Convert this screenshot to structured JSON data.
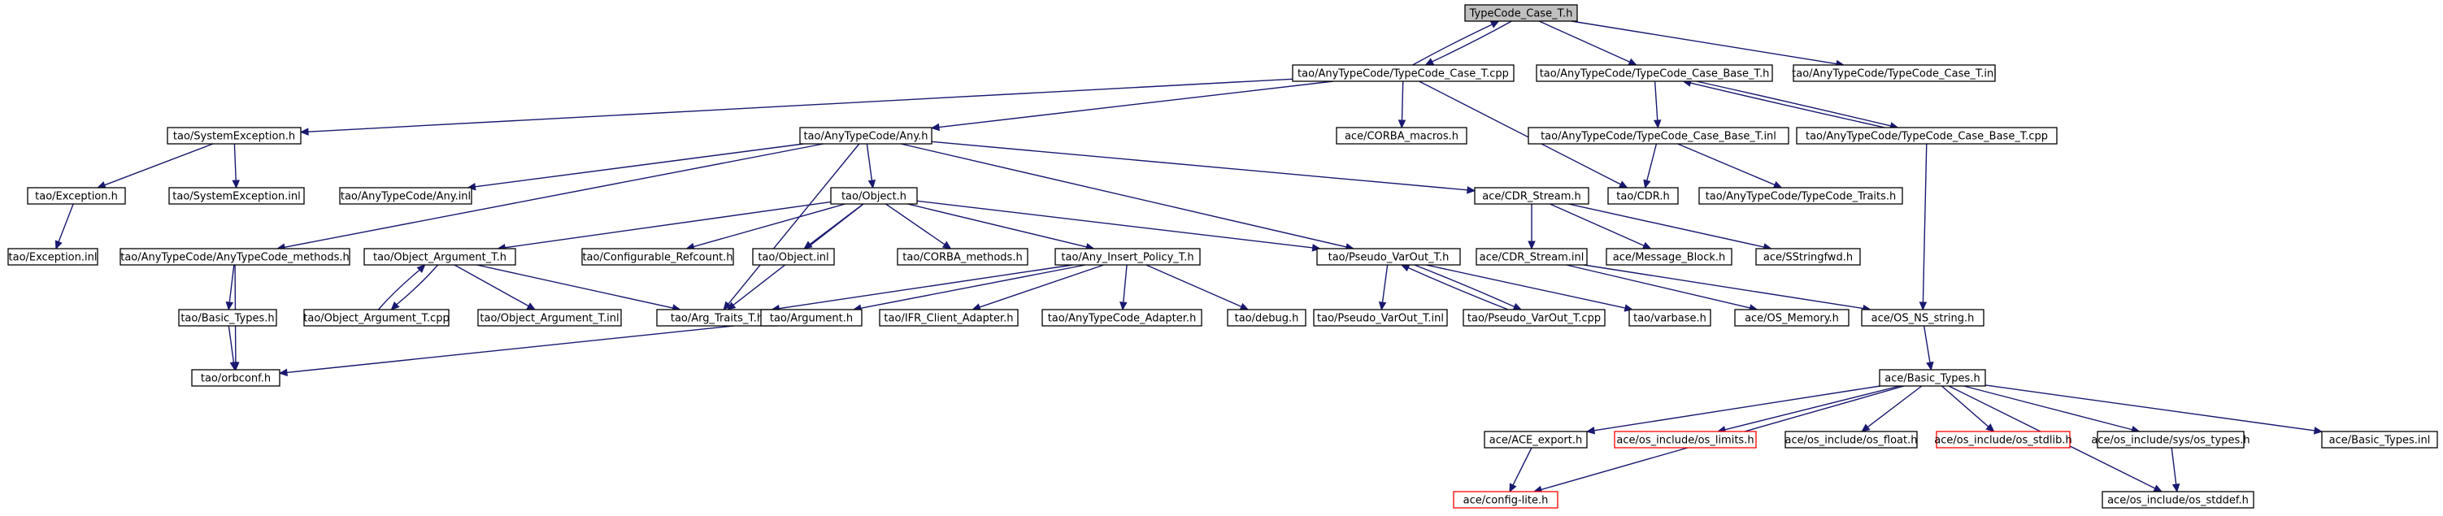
{
  "title": "TypeCode_Case_T.h",
  "colors": {
    "edge": "#191970",
    "root_fill": "#c0c0c0",
    "truncated_border": "#ff0000"
  },
  "nodes": [
    {
      "id": "n1",
      "label": "TypeCode_Case_T.h",
      "root": true
    },
    {
      "id": "n2",
      "label": "tao/AnyTypeCode/TypeCode_Case_T.cpp"
    },
    {
      "id": "n3",
      "label": "tao/AnyTypeCode/TypeCode_Case_Base_T.h"
    },
    {
      "id": "n4",
      "label": "tao/AnyTypeCode/TypeCode_Case_T.inl"
    },
    {
      "id": "n5",
      "label": "tao/SystemException.h"
    },
    {
      "id": "n6",
      "label": "tao/AnyTypeCode/Any.h"
    },
    {
      "id": "n7",
      "label": "ace/CORBA_macros.h"
    },
    {
      "id": "n8",
      "label": "tao/AnyTypeCode/TypeCode_Case_Base_T.inl"
    },
    {
      "id": "n9",
      "label": "tao/AnyTypeCode/TypeCode_Case_Base_T.cpp"
    },
    {
      "id": "n10",
      "label": "tao/Exception.h"
    },
    {
      "id": "n11",
      "label": "tao/SystemException.inl"
    },
    {
      "id": "n12",
      "label": "tao/AnyTypeCode/Any.inl"
    },
    {
      "id": "n13",
      "label": "ace/CDR_Stream.h"
    },
    {
      "id": "n14",
      "label": "tao/CDR.h"
    },
    {
      "id": "n15",
      "label": "tao/AnyTypeCode/TypeCode_Traits.h"
    },
    {
      "id": "n16",
      "label": "tao/Exception.inl"
    },
    {
      "id": "n17",
      "label": "tao/AnyTypeCode/AnyTypeCode_methods.h"
    },
    {
      "id": "n18",
      "label": "tao/Object.h"
    },
    {
      "id": "n19",
      "label": "tao/Object_Argument_T.h"
    },
    {
      "id": "n20",
      "label": "tao/Configurable_Refcount.h"
    },
    {
      "id": "n21",
      "label": "tao/Object.inl"
    },
    {
      "id": "n22",
      "label": "tao/CORBA_methods.h"
    },
    {
      "id": "n23",
      "label": "tao/Any_Insert_Policy_T.h"
    },
    {
      "id": "n24",
      "label": "tao/Pseudo_VarOut_T.h"
    },
    {
      "id": "n25",
      "label": "ace/CDR_Stream.inl"
    },
    {
      "id": "n26",
      "label": "ace/Message_Block.h"
    },
    {
      "id": "n27",
      "label": "ace/SStringfwd.h"
    },
    {
      "id": "n28",
      "label": "tao/Basic_Types.h"
    },
    {
      "id": "n29",
      "label": "tao/Object_Argument_T.cpp"
    },
    {
      "id": "n30",
      "label": "tao/Object_Argument_T.inl"
    },
    {
      "id": "n31",
      "label": "tao/Arg_Traits_T.h"
    },
    {
      "id": "n32",
      "label": "tao/Argument.h"
    },
    {
      "id": "n33",
      "label": "tao/IFR_Client_Adapter.h"
    },
    {
      "id": "n34",
      "label": "tao/AnyTypeCode_Adapter.h"
    },
    {
      "id": "n35",
      "label": "tao/debug.h"
    },
    {
      "id": "n36",
      "label": "tao/Pseudo_VarOut_T.inl"
    },
    {
      "id": "n37",
      "label": "tao/Pseudo_VarOut_T.cpp"
    },
    {
      "id": "n38",
      "label": "tao/varbase.h"
    },
    {
      "id": "n39",
      "label": "ace/OS_Memory.h"
    },
    {
      "id": "n40",
      "label": "ace/OS_NS_string.h"
    },
    {
      "id": "n41",
      "label": "tao/orbconf.h"
    },
    {
      "id": "n42",
      "label": "ace/Basic_Types.h"
    },
    {
      "id": "n43",
      "label": "ace/ACE_export.h"
    },
    {
      "id": "n44",
      "label": "ace/os_include/os_limits.h",
      "truncated": true
    },
    {
      "id": "n45",
      "label": "ace/os_include/os_float.h"
    },
    {
      "id": "n46",
      "label": "ace/os_include/os_stdlib.h",
      "truncated": true
    },
    {
      "id": "n47",
      "label": "ace/os_include/sys/os_types.h"
    },
    {
      "id": "n48",
      "label": "ace/Basic_Types.inl"
    },
    {
      "id": "n49",
      "label": "ace/config-lite.h",
      "truncated": true
    },
    {
      "id": "n50",
      "label": "ace/os_include/os_stddef.h"
    }
  ],
  "edges": [
    {
      "from": "n1",
      "to": "n2"
    },
    {
      "from": "n2",
      "to": "n1"
    },
    {
      "from": "n1",
      "to": "n3"
    },
    {
      "from": "n1",
      "to": "n4"
    },
    {
      "from": "n2",
      "to": "n5"
    },
    {
      "from": "n2",
      "to": "n6"
    },
    {
      "from": "n2",
      "to": "n7"
    },
    {
      "from": "n2",
      "to": "n14"
    },
    {
      "from": "n3",
      "to": "n8"
    },
    {
      "from": "n3",
      "to": "n9"
    },
    {
      "from": "n9",
      "to": "n3"
    },
    {
      "from": "n8",
      "to": "n14"
    },
    {
      "from": "n8",
      "to": "n15"
    },
    {
      "from": "n9",
      "to": "n40"
    },
    {
      "from": "n5",
      "to": "n10"
    },
    {
      "from": "n5",
      "to": "n11"
    },
    {
      "from": "n10",
      "to": "n16"
    },
    {
      "from": "n6",
      "to": "n12"
    },
    {
      "from": "n6",
      "to": "n17"
    },
    {
      "from": "n6",
      "to": "n18"
    },
    {
      "from": "n6",
      "to": "n13"
    },
    {
      "from": "n6",
      "to": "n24"
    },
    {
      "from": "n6",
      "to": "n31"
    },
    {
      "from": "n17",
      "to": "n28"
    },
    {
      "from": "n17",
      "to": "n41"
    },
    {
      "from": "n28",
      "to": "n41"
    },
    {
      "from": "n18",
      "to": "n19"
    },
    {
      "from": "n18",
      "to": "n20"
    },
    {
      "from": "n18",
      "to": "n21"
    },
    {
      "from": "n18",
      "to": "n22"
    },
    {
      "from": "n18",
      "to": "n23"
    },
    {
      "from": "n18",
      "to": "n24"
    },
    {
      "from": "n18",
      "to": "n31"
    },
    {
      "from": "n19",
      "to": "n29"
    },
    {
      "from": "n29",
      "to": "n19"
    },
    {
      "from": "n19",
      "to": "n30"
    },
    {
      "from": "n19",
      "to": "n31"
    },
    {
      "from": "n23",
      "to": "n31"
    },
    {
      "from": "n23",
      "to": "n32"
    },
    {
      "from": "n23",
      "to": "n33"
    },
    {
      "from": "n23",
      "to": "n34"
    },
    {
      "from": "n23",
      "to": "n35"
    },
    {
      "from": "n32",
      "to": "n41"
    },
    {
      "from": "n24",
      "to": "n36"
    },
    {
      "from": "n24",
      "to": "n37"
    },
    {
      "from": "n37",
      "to": "n24"
    },
    {
      "from": "n24",
      "to": "n38"
    },
    {
      "from": "n13",
      "to": "n25"
    },
    {
      "from": "n13",
      "to": "n26"
    },
    {
      "from": "n13",
      "to": "n27"
    },
    {
      "from": "n25",
      "to": "n39"
    },
    {
      "from": "n25",
      "to": "n40"
    },
    {
      "from": "n40",
      "to": "n42"
    },
    {
      "from": "n42",
      "to": "n43"
    },
    {
      "from": "n42",
      "to": "n44"
    },
    {
      "from": "n42",
      "to": "n45"
    },
    {
      "from": "n42",
      "to": "n46"
    },
    {
      "from": "n42",
      "to": "n47"
    },
    {
      "from": "n42",
      "to": "n48"
    },
    {
      "from": "n42",
      "to": "n49"
    },
    {
      "from": "n42",
      "to": "n50"
    },
    {
      "from": "n43",
      "to": "n49"
    },
    {
      "from": "n47",
      "to": "n50"
    }
  ]
}
